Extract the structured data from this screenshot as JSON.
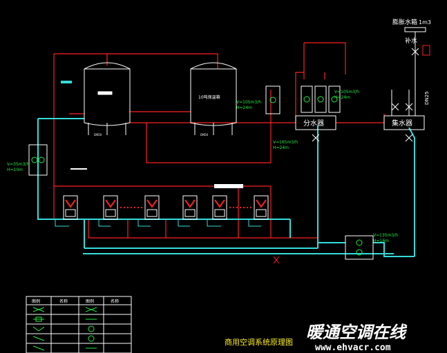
{
  "labels": {
    "tank_left": "",
    "tank_right": "10吨保温箱",
    "expansion_tank": "膨胀水箱",
    "expansion_volume": "1m3",
    "makeup_water": "补水",
    "dn_pipe": "DN25",
    "distributor": "分水器",
    "collector": "集水器",
    "dn50_left": "DN50",
    "dn50_right": "DN50",
    "diagram_title": "商用空调系统原理图"
  },
  "pumps": {
    "left": {
      "flow": "V=35m3/h",
      "head": "H=10m"
    },
    "middle": {
      "flow": "V=105m3/h",
      "head": "H=24m"
    },
    "lower": {
      "flow": "V=165m3/h",
      "head": "H=24m"
    },
    "top_right": {
      "flow": "V=105m3/h",
      "head": "H=24m"
    },
    "bottom_right": {
      "flow": "V=135m3/h",
      "head": "H=16m"
    }
  },
  "legend": {
    "headers": [
      "图例",
      "名称",
      "图例",
      "名称"
    ],
    "rows": [
      [
        "",
        "",
        ""
      ],
      [
        "",
        "",
        ""
      ],
      [
        "",
        "",
        ""
      ],
      [
        "",
        "",
        ""
      ],
      [
        "",
        "",
        ""
      ]
    ]
  },
  "watermark": {
    "brand": "暖通空调在线",
    "url": "www.ehvacr.com"
  },
  "colors": {
    "background": "#000000",
    "supply_pipe": "#ff2222",
    "return_pipe": "#33dddd",
    "equipment": "#ffffff",
    "annotation": "#22ee44",
    "title": "#ffee22"
  }
}
